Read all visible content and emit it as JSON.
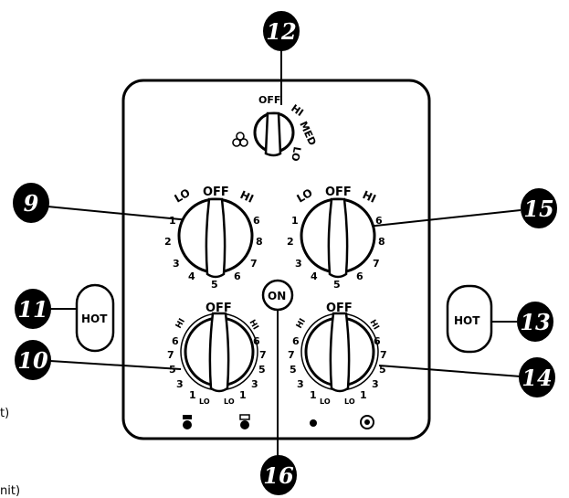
{
  "callouts": {
    "c9": "9",
    "c10": "10",
    "c11": "11",
    "c12": "12",
    "c13": "13",
    "c14": "14",
    "c15": "15",
    "c16": "16"
  },
  "fan_knob": {
    "off": "OFF",
    "hi": "HI",
    "med": "MED",
    "lo": "LO"
  },
  "left_top_knob": {
    "off": "OFF",
    "lo": "LO",
    "hi": "HI",
    "left_nums": [
      "1",
      "2",
      "3",
      "4"
    ],
    "bottom_num": "5",
    "right_nums": [
      "6",
      "7",
      "8",
      "6"
    ]
  },
  "right_top_knob": {
    "off": "OFF",
    "lo": "LO",
    "hi": "HI",
    "left_nums": [
      "1",
      "2",
      "3",
      "4"
    ],
    "bottom_num": "5",
    "right_nums": [
      "6",
      "7",
      "8",
      "6"
    ]
  },
  "left_bottom_knob": {
    "off": "OFF",
    "hi_left": "HI",
    "hi_right": "HI",
    "left_scale": [
      "6",
      "7",
      "5",
      "3",
      "1"
    ],
    "right_scale": [
      "6",
      "7",
      "5",
      "3",
      "1"
    ],
    "lo_left": "LO",
    "lo_right": "LO"
  },
  "right_bottom_knob": {
    "off": "OFF",
    "hi_left": "HI",
    "hi_right": "HI",
    "left_scale": [
      "6",
      "7",
      "5",
      "3",
      "1"
    ],
    "right_scale": [
      "6",
      "7",
      "5",
      "3",
      "1"
    ],
    "lo_left": "LO",
    "lo_right": "LO"
  },
  "on_indicator": "ON",
  "hot_left": "HOT",
  "hot_right": "HOT",
  "edge_fragments": {
    "a": "t)",
    "b": "nit)"
  },
  "icons": {
    "fan": "fan-icon",
    "single_zone_left": "single-burner-icon",
    "dual_zone_left": "dual-burner-icon",
    "small_dot": "small-dot-icon",
    "ring_dot": "ring-dot-icon"
  }
}
